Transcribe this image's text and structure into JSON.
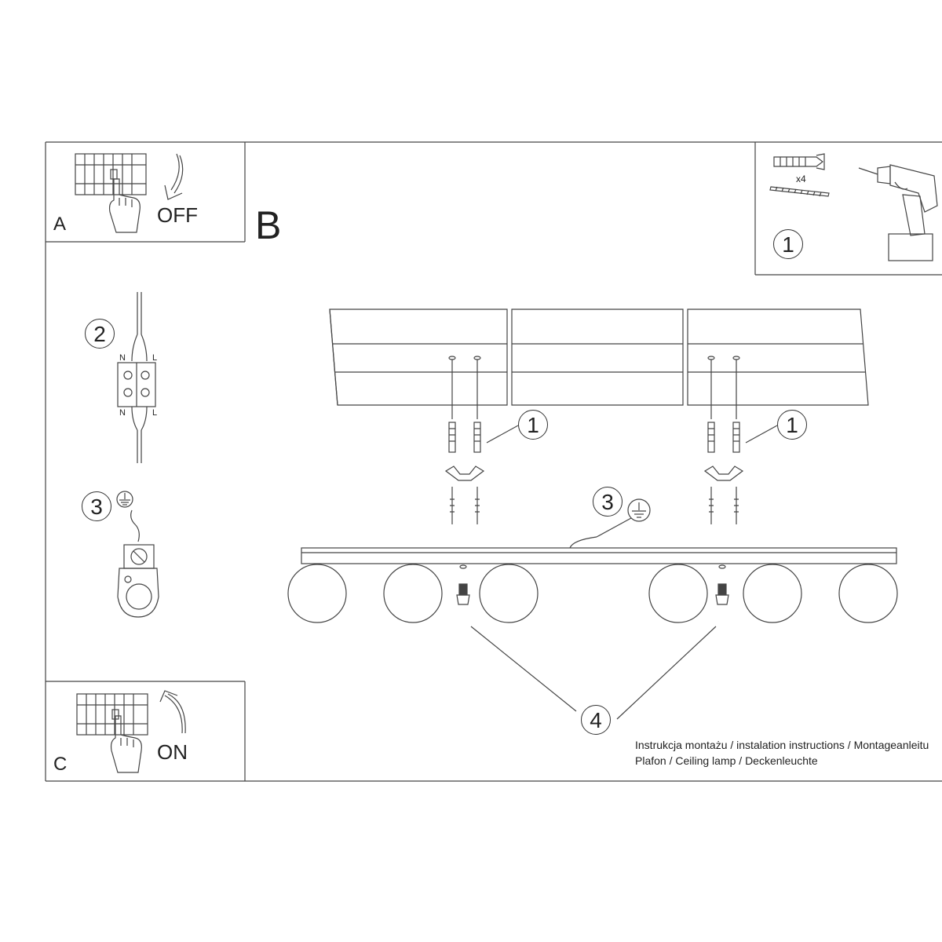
{
  "panels": {
    "a": {
      "letter": "A",
      "state": "OFF"
    },
    "b": {
      "letter": "B"
    },
    "c": {
      "letter": "C",
      "state": "ON"
    }
  },
  "tools": {
    "step": "1",
    "multiplier": "x4"
  },
  "wiring": {
    "step": "2",
    "neutral": "N",
    "live": "L"
  },
  "earth": {
    "step": "3"
  },
  "main": {
    "step_1": "1",
    "step_3": "3",
    "step_4": "4"
  },
  "footer": {
    "line1": "Instrukcja montażu / instalation instructions / Montageanleitu",
    "line2": "Plafon / Ceiling lamp / Deckenleuchte"
  },
  "colors": {
    "line": "#444444",
    "background": "#ffffff"
  }
}
